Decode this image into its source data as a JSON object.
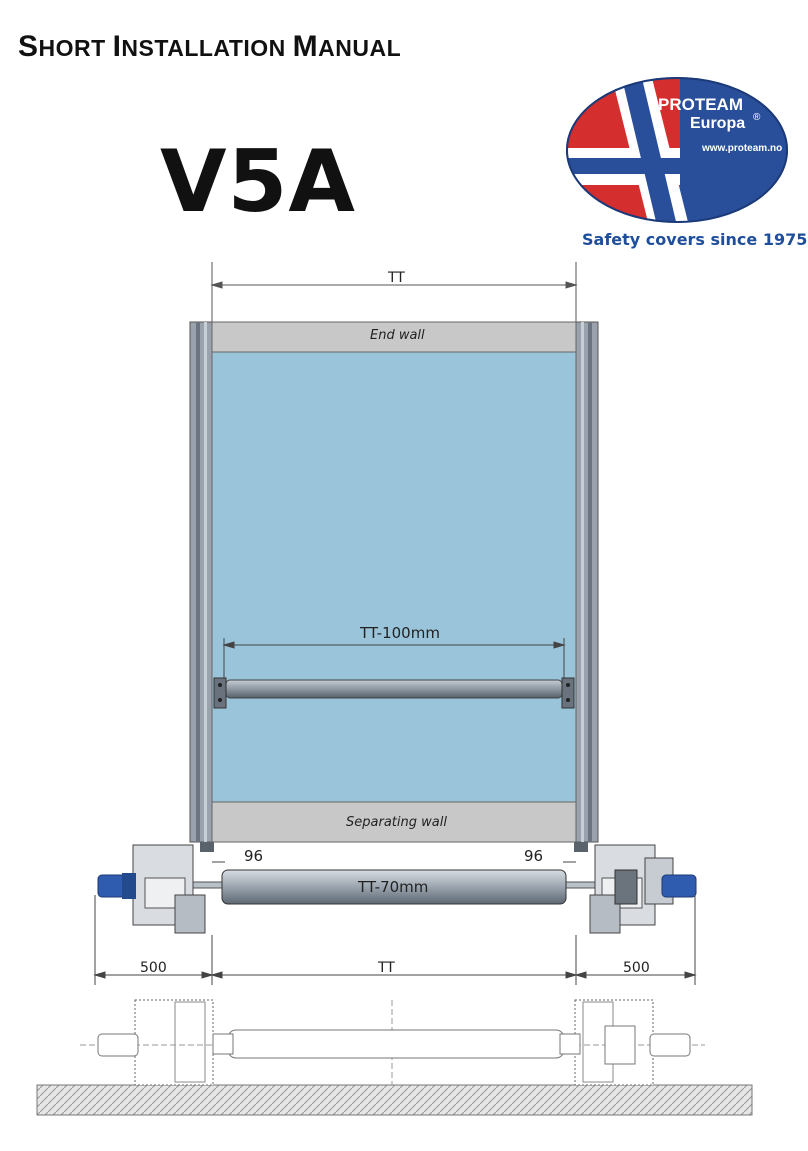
{
  "header": {
    "title_s": "S",
    "title_hort": "HORT ",
    "title_i": "I",
    "title_nstallation": "NSTALLATION ",
    "title_m": "M",
    "title_anual": "ANUAL",
    "model": "V5A"
  },
  "logo": {
    "brand": "PROTEAM",
    "brand_sub": "Europa",
    "registered": "®",
    "url": "www.proteam.no",
    "tagline": "Safety covers since 1975",
    "colors": {
      "red": "#d42e2e",
      "blue": "#2a4f9a",
      "white": "#ffffff"
    }
  },
  "drawing": {
    "dim_top": "TT",
    "end_wall": "End wall",
    "separating_wall": "Separating wall",
    "dim_inner": "TT-100mm",
    "dim_96_left": "96",
    "dim_96_right": "96",
    "dim_roller": "TT-70mm",
    "dim_500_left": "500",
    "dim_tt_bottom": "TT",
    "dim_500_right": "500",
    "colors": {
      "pool": "#99c4da",
      "wall": "#c8c8c8",
      "frame": "#8f9aa8",
      "motor": "#2f5cae"
    }
  }
}
